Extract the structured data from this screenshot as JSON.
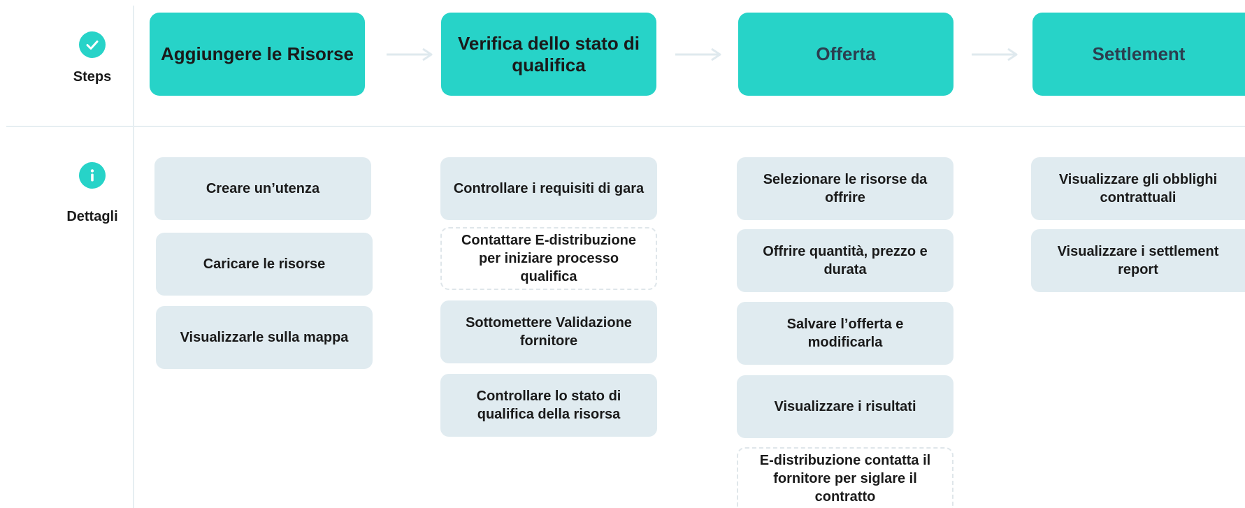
{
  "rows": {
    "steps_label": "Steps",
    "details_label": "Dettagli"
  },
  "steps": [
    "Aggiungere le Risorse",
    "Verifica dello stato di qualifica",
    "Offerta",
    "Settlement"
  ],
  "details": {
    "col1": [
      "Creare un’utenza",
      "Caricare le risorse",
      "Visualizzarle sulla mappa"
    ],
    "col2": [
      "Controllare i requisiti di gara",
      "Contattare E-distribuzione per iniziare processo qualifica",
      "Sottomettere Validazione fornitore",
      "Controllare lo stato di qualifica della risorsa"
    ],
    "col3": [
      "Selezionare le risorse da offrire",
      "Offrire quantità, prezzo e durata",
      "Salvare l’offerta e modificarla",
      "Visualizzare i risultati",
      "E-distribuzione contatta il fornitore per siglare il contratto"
    ],
    "col4": [
      "Visualizzare gli obblighi contrattuali",
      "Visualizzare i settlement report"
    ]
  },
  "colors": {
    "accent": "#27d3c8",
    "card": "#e0ebf0",
    "divider": "#e6eef2"
  },
  "icons": {
    "steps": "check-circle-icon",
    "details": "info-circle-icon",
    "connector": "arrow-right-icon"
  }
}
